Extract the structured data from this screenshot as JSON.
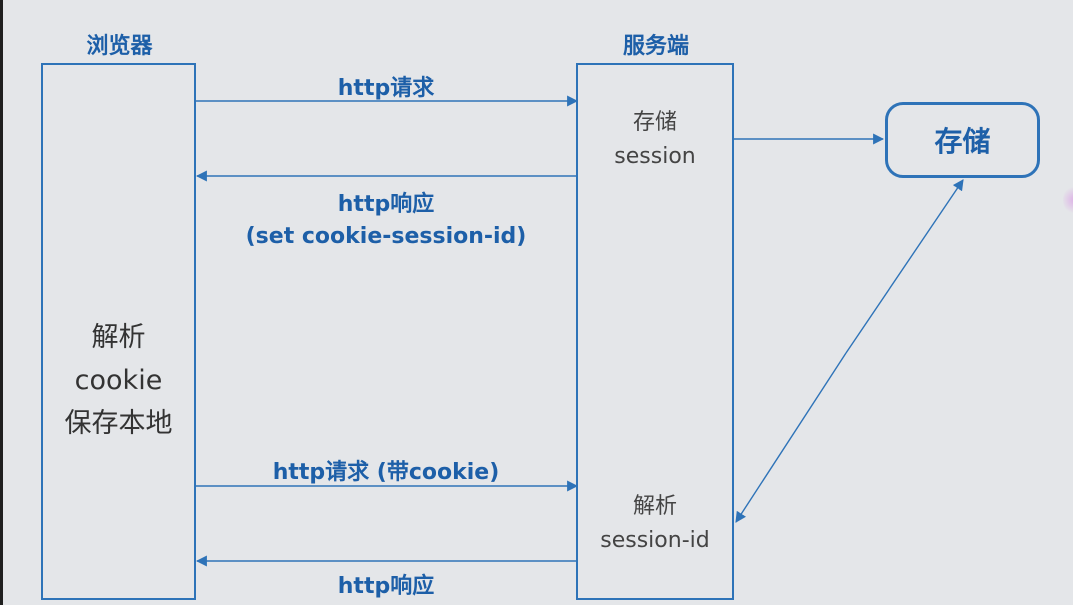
{
  "diagram": {
    "browser_title": "浏览器",
    "server_title": "服务端",
    "storage_label": "存储",
    "browser_note": [
      "解析",
      "cookie",
      "保存本地"
    ],
    "server_note_top": [
      "存储",
      "session"
    ],
    "server_note_bottom": [
      "解析",
      "session-id"
    ],
    "arrow_labels": {
      "request_1": "http请求",
      "response_1_line1": "http响应",
      "response_1_line2": "(set cookie-session-id)",
      "request_2": "http请求 (带cookie)",
      "response_2": "http响应"
    },
    "colors": {
      "accent": "#2e73b8",
      "title_text": "#1d5fa8",
      "background": "#e4e6e9"
    }
  }
}
